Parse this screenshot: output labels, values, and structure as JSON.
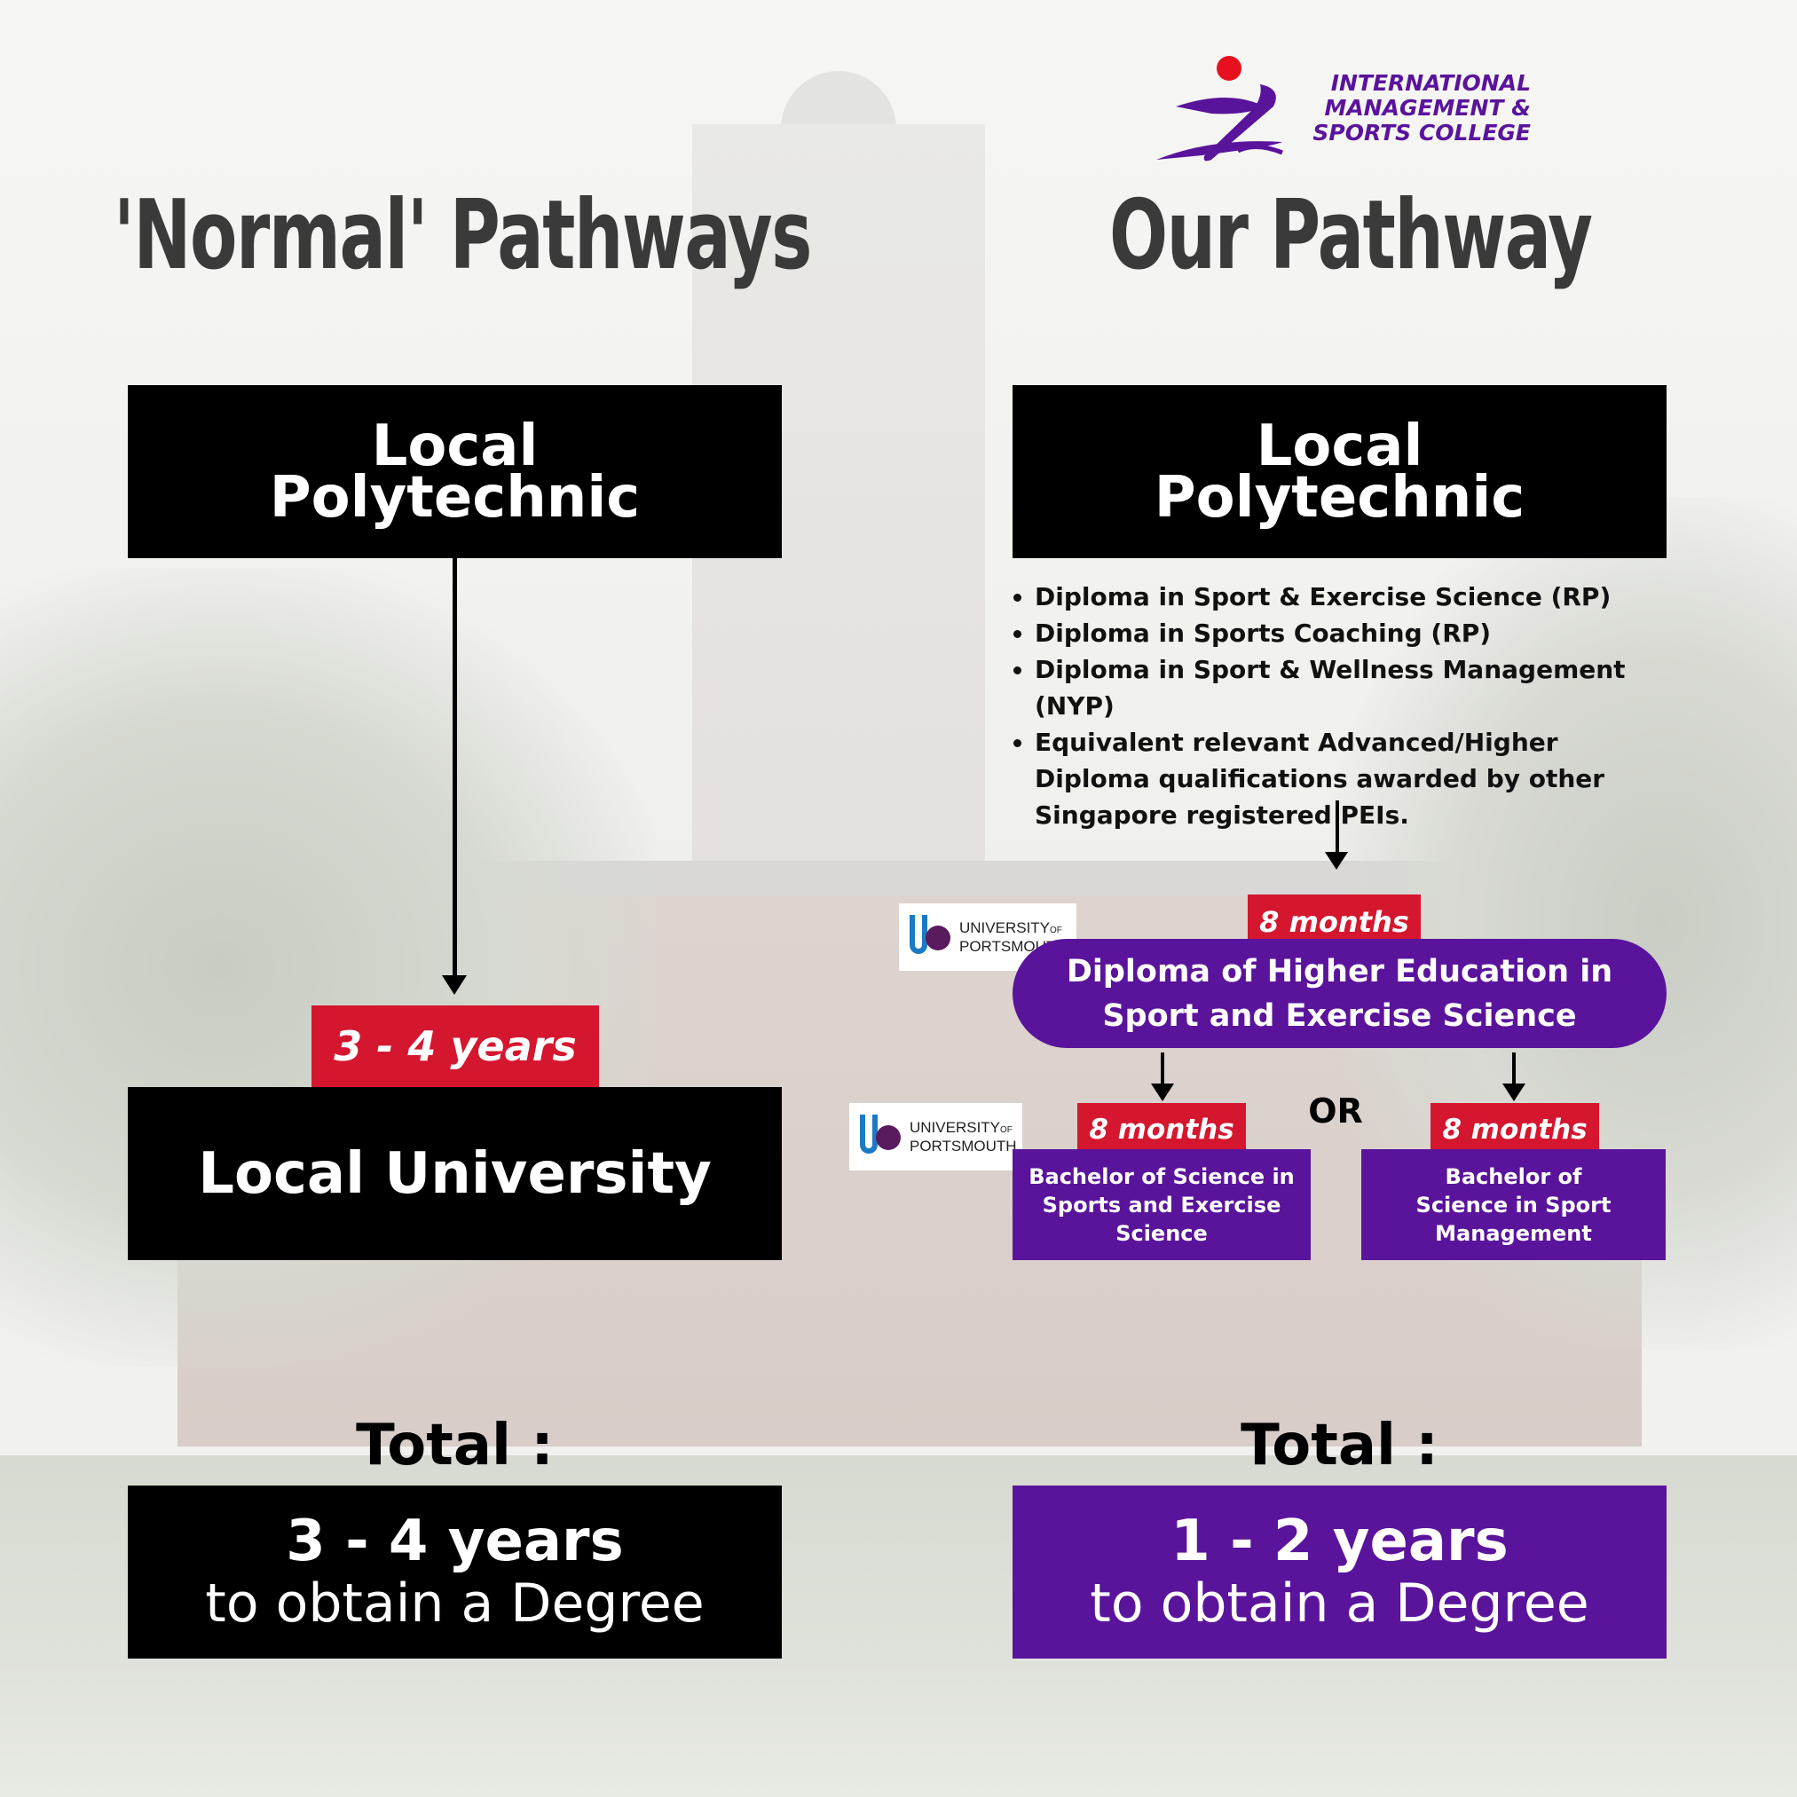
{
  "brand": {
    "name_lines": [
      "INTERNATIONAL",
      "MANAGEMENT &",
      "SPORTS COLLEGE"
    ],
    "color": "#5a149b",
    "dot_color": "#e8101e"
  },
  "left": {
    "title": "'Normal' Pathways",
    "start_box": [
      "Local",
      "Polytechnic"
    ],
    "duration_tag": "3 - 4 years",
    "end_box": "Local University",
    "total_label": "Total :",
    "total_value": "3 - 4 years",
    "total_suffix": "to obtain a Degree"
  },
  "right": {
    "title": "Our Pathway",
    "start_box": [
      "Local",
      "Polytechnic"
    ],
    "requirements": [
      "Diploma in Sport & Exercise Science (RP)",
      "Diploma in Sports Coaching (RP)",
      "Diploma in Sport & Wellness Management (NYP)",
      "Equivalent relevant Advanced/Higher Diploma qualifications awarded by other Singapore registered PEIs."
    ],
    "stage1_tag": "8 months",
    "stage1_box": [
      "Diploma of Higher Education in",
      "Sport and Exercise Science"
    ],
    "or_label": "OR",
    "option_a_tag": "8 months",
    "option_a_box": [
      "Bachelor of Science in",
      "Sports and Exercise",
      "Science"
    ],
    "option_b_tag": "8 months",
    "option_b_box": [
      "Bachelor of",
      "Science in Sport",
      "Management"
    ],
    "partner_logo": [
      "UNIVERSITY",
      "OF",
      "PORTSMOUTH"
    ],
    "total_label": "Total :",
    "total_value": "1 - 2 years",
    "total_suffix": "to obtain a Degree"
  },
  "colors": {
    "black_box": "#000000",
    "purple_box": "#5a149b",
    "red_tag": "#d5162f",
    "heading": "#3a3a3a"
  }
}
